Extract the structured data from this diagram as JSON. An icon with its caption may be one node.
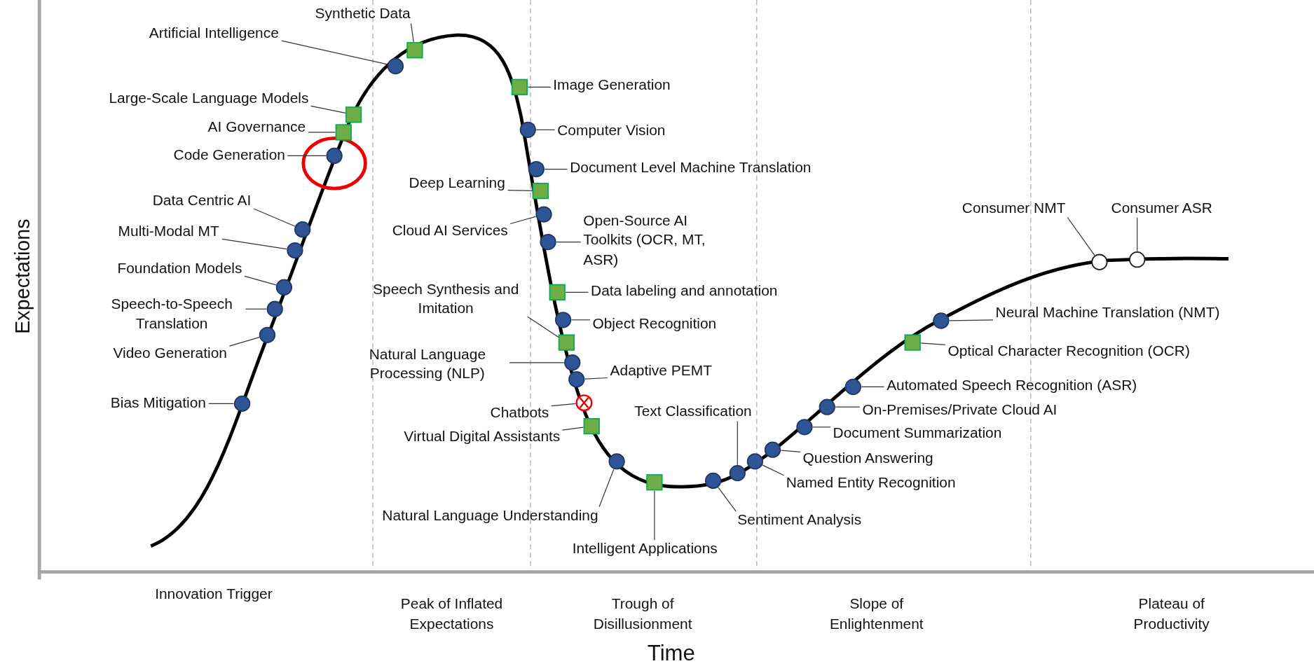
{
  "diagram": {
    "nodes": [
      {
        "text": [
          "Synthetic Data"
        ]
      },
      {
        "text": [],
        "shape": "box"
      },
      {
        "text": [
          "Artificial Intelligence"
        ]
      },
      {
        "text": [],
        "shape": "circle"
      },
      {
        "text": [
          "Image Generation"
        ]
      },
      {
        "text": [],
        "shape": "box"
      },
      {
        "text": [
          "Large-Scale Language Models"
        ]
      },
      {
        "text": [],
        "shape": "box"
      },
      {
        "text": [
          "AI Governance"
        ]
      },
      {
        "text": [],
        "shape": "box"
      },
      {
        "text": [
          "Computer Vision"
        ]
      },
      {
        "text": [],
        "shape": "circle"
      },
      {
        "text": [
          "Code Generation"
        ]
      },
      {
        "text": [],
        "shape": "circle"
      },
      {
        "text": [
          "Document Level Machine Translation"
        ]
      },
      {
        "text": [],
        "shape": "circle"
      },
      {
        "text": [
          "Deep Learning"
        ]
      },
      {
        "text": [],
        "shape": "box"
      },
      {
        "text": [
          "Data Centric AI"
        ]
      },
      {
        "text": [],
        "shape": "circle"
      },
      {
        "text": [
          "Cloud AI Services"
        ]
      },
      {
        "text": [],
        "shape": "circle"
      },
      {
        "text": [
          "Open-Source AI Toolkits (OCR, MT, ASR)"
        ]
      },
      {
        "text": [],
        "shape": "circle"
      },
      {
        "text": [
          "Multi-Modal MT"
        ]
      },
      {
        "text": [],
        "shape": "circle"
      },
      {
        "text": [
          "Foundation Models"
        ]
      },
      {
        "text": [],
        "shape": "circle"
      },
      {
        "text": [
          "Speech-to-Speech Translation"
        ]
      },
      {
        "text": [],
        "shape": "circle"
      },
      {
        "text": [
          "Data labeling and annotation"
        ]
      },
      {
        "text": [],
        "shape": "box"
      },
      {
        "text": [
          "Speech Synthesis and Imitation"
        ]
      },
      {
        "text": [],
        "shape": "box"
      },
      {
        "text": [
          "Object Recognition"
        ]
      },
      {
        "text": [],
        "shape": "circle"
      },
      {
        "text": [
          "Video Generation"
        ]
      },
      {
        "text": [],
        "shape": "circle"
      },
      {
        "text": [
          "Natural Language Processing (NLP)"
        ]
      },
      {
        "text": [],
        "shape": "circle"
      },
      {
        "text": [
          "Adaptive PEMT"
        ]
      },
      {
        "text": [],
        "shape": "circle"
      },
      {
        "text": [
          "Chatbots"
        ]
      },
      {
        "text": [],
        "shape": "circle"
      },
      {
        "text": [
          "Bias Mitigation"
        ]
      },
      {
        "text": [],
        "shape": "circle"
      },
      {
        "text": [
          "Text Classification"
        ]
      },
      {
        "text": [],
        "shape": "circle"
      },
      {
        "text": [
          "Virtual Digital Assistants"
        ]
      },
      {
        "text": [],
        "shape": "box"
      },
      {
        "text": [
          "Question Answering"
        ]
      },
      {
        "text": [],
        "shape": "circle"
      },
      {
        "text": [
          "Document Summarization"
        ]
      },
      {
        "text": [],
        "shape": "circle"
      },
      {
        "text": [
          "On-Premises/Private Cloud AI"
        ]
      },
      {
        "text": [],
        "shape": "circle"
      },
      {
        "text": [
          "Automated Speech Recognition (ASR)"
        ]
      },
      {
        "text": [],
        "shape": "circle"
      },
      {
        "text": [
          "Optical Character Recognition (OCR)"
        ]
      },
      {
        "text": [],
        "shape": "box"
      },
      {
        "text": [
          "Neural Machine Translation (NMT)"
        ]
      },
      {
        "text": [],
        "shape": "circle"
      },
      {
        "text": [
          "Consumer NMT"
        ]
      },
      {
        "text": [],
        "shape": "circle"
      },
      {
        "text": [
          "Consumer ASR"
        ]
      },
      {
        "text": [],
        "shape": "circle"
      },
      {
        "text": [
          "Named Entity Recognition"
        ]
      },
      {
        "text": [],
        "shape": "circle"
      },
      {
        "text": [
          "Natural Language Understanding"
        ]
      },
      {
        "text": [],
        "shape": "circle"
      },
      {
        "text": [
          "Intelligent Applications"
        ]
      },
      {
        "text": [],
        "shape": "box"
      },
      {
        "text": [
          "Sentiment Analysis"
        ]
      },
      {
        "text": [],
        "shape": "circle"
      }
    ],
    "edges": [
      {
        "from": 0,
        "to": 1,
        "arrow": "none"
      },
      {
        "from": 2,
        "to": 3,
        "arrow": "none"
      },
      {
        "from": 4,
        "to": 5,
        "arrow": "none"
      },
      {
        "from": 6,
        "to": 7,
        "arrow": "none"
      },
      {
        "from": 8,
        "to": 9,
        "arrow": "none"
      },
      {
        "from": 10,
        "to": 11,
        "arrow": "none"
      },
      {
        "from": 12,
        "to": 13,
        "arrow": "none"
      },
      {
        "from": 14,
        "to": 15,
        "arrow": "none"
      },
      {
        "from": 16,
        "to": 17,
        "arrow": "none"
      },
      {
        "from": 18,
        "to": 19,
        "arrow": "none"
      },
      {
        "from": 20,
        "to": 21,
        "arrow": "none"
      },
      {
        "from": 22,
        "to": 23,
        "arrow": "none"
      },
      {
        "from": 24,
        "to": 25,
        "arrow": "none"
      },
      {
        "from": 26,
        "to": 27,
        "arrow": "none"
      },
      {
        "from": 28,
        "to": 29,
        "arrow": "none"
      },
      {
        "from": 30,
        "to": 31,
        "arrow": "none"
      },
      {
        "from": 32,
        "to": 33,
        "arrow": "none"
      },
      {
        "from": 34,
        "to": 35,
        "arrow": "none"
      },
      {
        "from": 36,
        "to": 37,
        "arrow": "none"
      },
      {
        "from": 38,
        "to": 39,
        "arrow": "none"
      },
      {
        "from": 40,
        "to": 41,
        "arrow": "none"
      },
      {
        "from": 42,
        "to": 43,
        "arrow": "none"
      },
      {
        "from": 44,
        "to": 45,
        "arrow": "none"
      },
      {
        "from": 46,
        "to": 47,
        "arrow": "none"
      },
      {
        "from": 48,
        "to": 49,
        "arrow": "none"
      },
      {
        "from": 50,
        "to": 51,
        "arrow": "none"
      },
      {
        "from": 52,
        "to": 53,
        "arrow": "none"
      },
      {
        "from": 54,
        "to": 55,
        "arrow": "none"
      },
      {
        "from": 56,
        "to": 57,
        "arrow": "none"
      },
      {
        "from": 58,
        "to": 59,
        "arrow": "none"
      },
      {
        "from": 60,
        "to": 61,
        "arrow": "none"
      },
      {
        "from": 62,
        "to": 63,
        "arrow": "none"
      },
      {
        "from": 64,
        "to": 65,
        "arrow": "none"
      },
      {
        "from": 66,
        "to": 67,
        "arrow": "none"
      },
      {
        "from": 68,
        "to": 69,
        "arrow": "none"
      },
      {
        "from": 70,
        "to": 71,
        "arrow": "none"
      },
      {
        "from": 72,
        "to": 73,
        "arrow": "none"
      }
    ],
    "labels": [
      "Expectations",
      "Innovation Trigger",
      "Peak of Inflated Expectations",
      "Trough of Disillusionment",
      "Slope of Enlightenment",
      "Plateau of Productivity",
      "Time"
    ]
  }
}
